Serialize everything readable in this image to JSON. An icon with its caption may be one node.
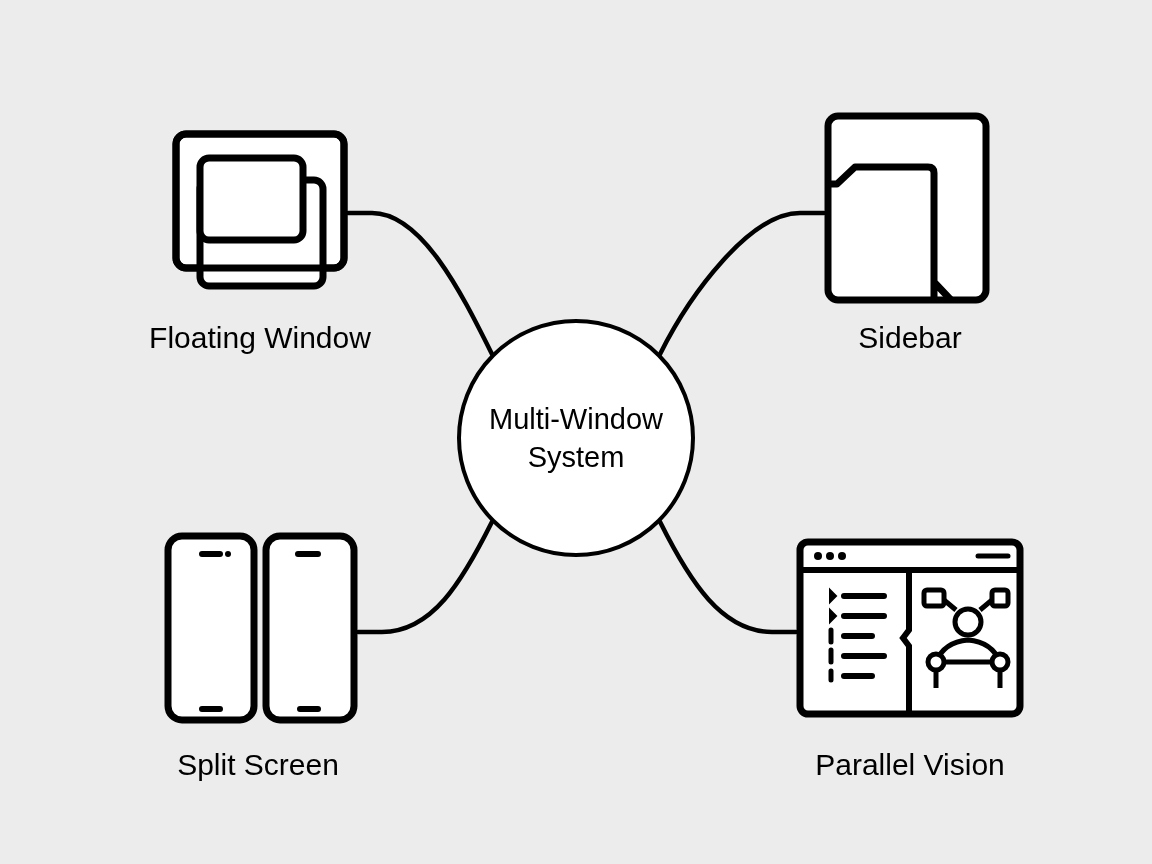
{
  "diagram": {
    "nodes": [
      {
        "text": [
          "Multi-Window System"
        ]
      },
      {
        "text": [],
        "shape": "picture",
        "beside": [
          "Floating Window"
        ]
      },
      {
        "text": [],
        "shape": "picture",
        "beside": [
          "Sidebar"
        ]
      },
      {
        "text": [],
        "shape": "picture",
        "beside": [
          "Split Screen"
        ]
      },
      {
        "text": [],
        "shape": "picture",
        "beside": [
          "Parallel Vision"
        ]
      }
    ],
    "edges": [
      {
        "from": 0,
        "to": 1,
        "arrow": "none"
      },
      {
        "from": 0,
        "to": 2,
        "arrow": "none"
      },
      {
        "from": 0,
        "to": 3,
        "arrow": "none"
      },
      {
        "from": 0,
        "to": 4,
        "arrow": "none"
      }
    ]
  }
}
